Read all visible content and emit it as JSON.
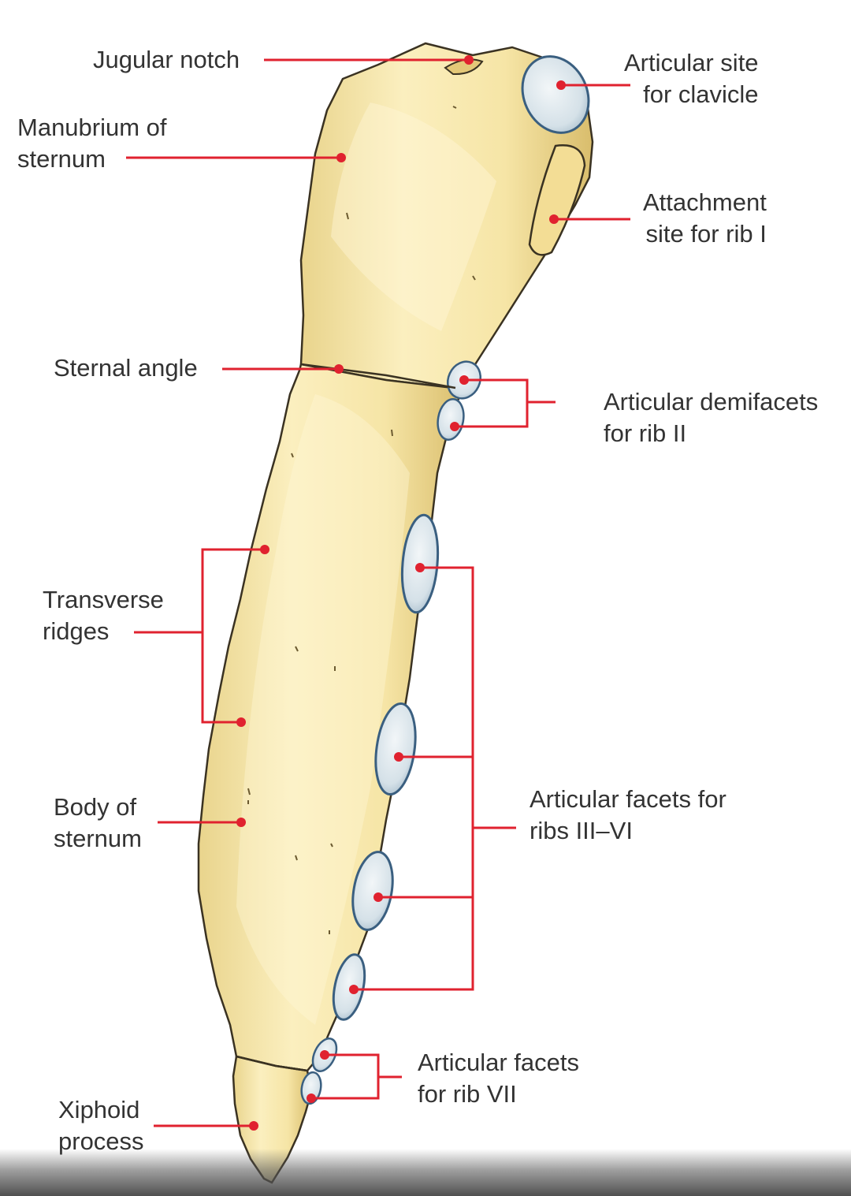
{
  "labels": {
    "jugular_notch": [
      "Jugular notch"
    ],
    "manubrium": [
      "Manubrium of",
      "sternum"
    ],
    "clavicle_site": [
      "Articular site",
      "for clavicle"
    ],
    "rib1_site": [
      "Attachment",
      "site for rib I"
    ],
    "sternal_angle": [
      "Sternal angle"
    ],
    "demifacets_rib2": [
      "Articular demifacets",
      "for rib II"
    ],
    "transverse_ridges": [
      "Transverse",
      "ridges"
    ],
    "body": [
      "Body of",
      "sternum"
    ],
    "facets_rib3_6": [
      "Articular facets for",
      "ribs III–VI"
    ],
    "facets_rib7": [
      "Articular facets",
      "for rib VII"
    ],
    "xiphoid": [
      "Xiphoid",
      "process"
    ]
  },
  "colors": {
    "leader_line": "#e0222f",
    "bone_fill": "#f5e6a6",
    "bone_stroke": "#3a3222",
    "facet_fill": "#d9e4ea",
    "facet_stroke": "#3a5f80",
    "text": "#333333"
  }
}
